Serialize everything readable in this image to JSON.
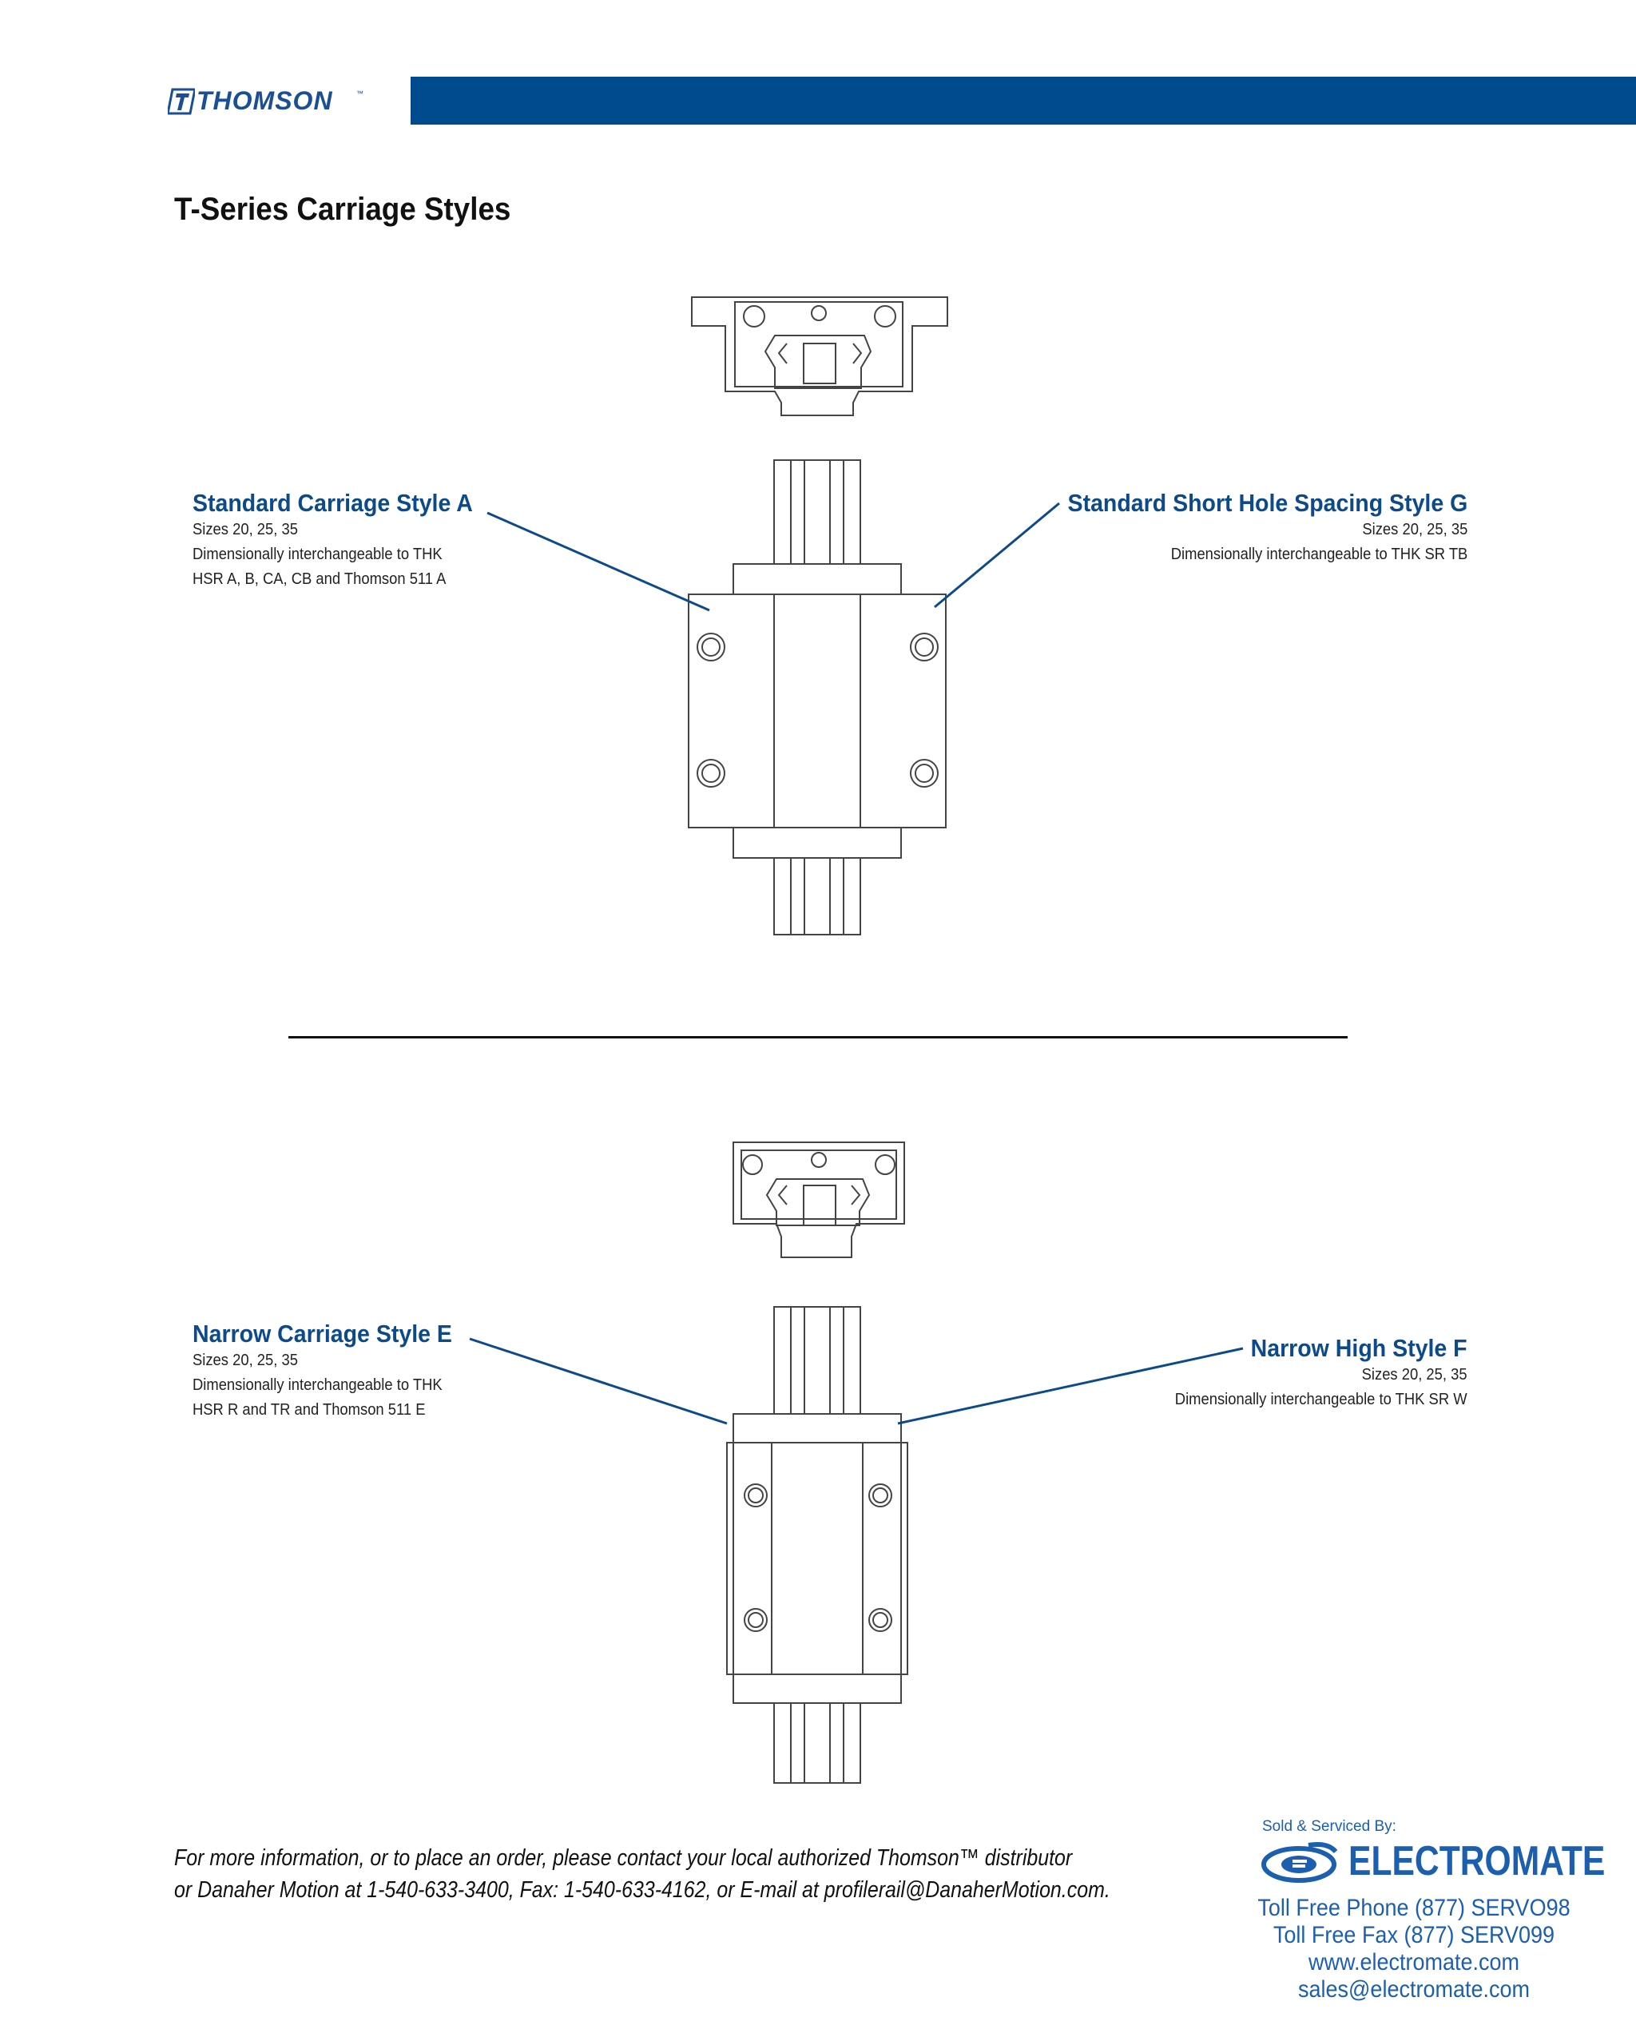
{
  "header": {
    "logo_text": "THOMSON",
    "logo_tm": "™",
    "bar_color": "#004b8d"
  },
  "page_title": "T-Series Carriage Styles",
  "callouts": {
    "style_a": {
      "title": "Standard Carriage Style A",
      "sizes": "Sizes 20, 25, 35",
      "line1": "Dimensionally interchangeable to THK",
      "line2": "HSR A, B, CA, CB and Thomson 511 A"
    },
    "style_g": {
      "title": "Standard Short Hole Spacing Style G",
      "sizes": "Sizes 20, 25, 35",
      "line1": "Dimensionally interchangeable to THK SR TB"
    },
    "style_e": {
      "title": "Narrow Carriage Style E",
      "sizes": "Sizes 20, 25, 35",
      "line1": "Dimensionally interchangeable to THK",
      "line2": "HSR R and TR and Thomson 511 E"
    },
    "style_f": {
      "title": "Narrow High Style F",
      "sizes": "Sizes 20, 25, 35",
      "line1": "Dimensionally interchangeable to THK SR W"
    }
  },
  "footer": {
    "line1": "For more information, or to place an order, please contact your local authorized Thomson™ distributor",
    "line2": "or Danaher Motion at 1-540-633-3400, Fax: 1-540-633-4162, or E-mail at profilerail@DanaherMotion.com."
  },
  "distributor": {
    "sold_by": "Sold & Serviced By:",
    "name": "ELECTROMATE",
    "phone": "Toll Free Phone  (877) SERVO98",
    "fax": "Toll Free Fax  (877) SERV099",
    "web": "www.electromate.com",
    "email": "sales@electromate.com",
    "brand_color": "#1b5fae"
  },
  "icons": {
    "thomson_logo": "thomson-logo-icon",
    "electromate_logo": "electromate-swoosh-icon"
  }
}
